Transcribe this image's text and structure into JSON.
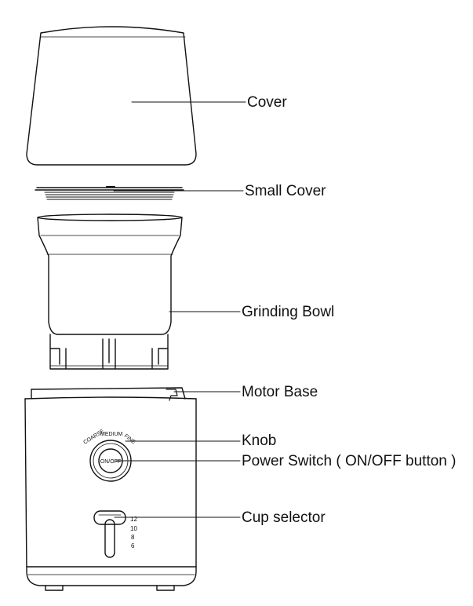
{
  "callouts": {
    "cover": "Cover",
    "small_cover": "Small  Cover",
    "grinding_bowl": "Grinding Bowl",
    "motor_base": "Motor Base",
    "knob": "Knob",
    "power_switch": "Power Switch ( ON/OFF button )",
    "cup_selector": "Cup selector"
  },
  "knob_labels": {
    "coarse": "COARSE",
    "medium": "MEDIUM",
    "fine": "FINE",
    "button": "ON/OFF"
  },
  "cup_values": [
    "12",
    "10",
    "8",
    "6"
  ]
}
